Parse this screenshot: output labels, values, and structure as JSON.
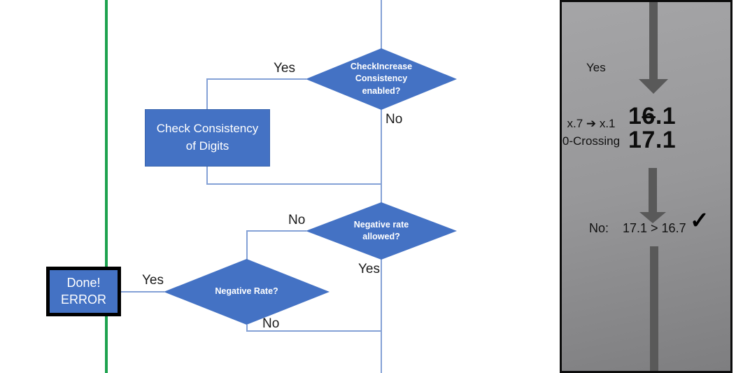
{
  "colors": {
    "shape_blue": "#4472c4",
    "connector_blue": "#84a1d6",
    "green_line": "#1da24e",
    "arrow_gray": "#595959",
    "panel_gray_top": "#a5a5a7",
    "panel_gray_bottom": "#7e7e80",
    "terminal_border": "#000000"
  },
  "flowchart": {
    "decision_check_increase": "CheckIncrease Consistency enabled?",
    "process_check_consistency": "Check Consistency of Digits",
    "decision_negative_rate_allowed": "Negative rate allowed?",
    "decision_negative_rate": "Negative Rate?",
    "terminal_line1": "Done!",
    "terminal_line2": "ERROR",
    "labels": {
      "yes_top": "Yes",
      "no_top": "No",
      "no_mid": "No",
      "yes_mid": "Yes",
      "yes_done": "Yes",
      "no_bottom": "No"
    }
  },
  "panel": {
    "yes_label": "Yes",
    "crossing_rule": "x.7 ➔ x.1",
    "crossing_label": "0-Crossing",
    "old_value_prefix": "1",
    "old_value_struck": "6",
    "old_value_suffix": ".1",
    "new_value": "17.1",
    "result_label": "No:",
    "comparison": "17.1 > 16.7",
    "check_icon": "✓"
  }
}
